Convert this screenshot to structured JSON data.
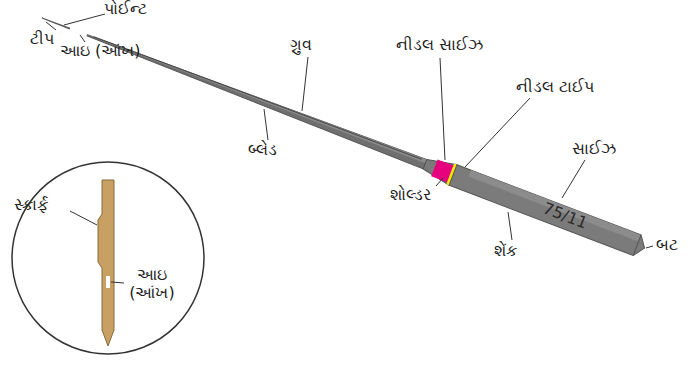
{
  "diagram": {
    "labels": [
      "પોઈન્ટ",
      "ટીપ",
      "આઇ (આંખ)",
      "ગ્રુવ",
      "બ્લેડ",
      "નીડલ સાઈઝ",
      "નીડલ ટાઈપ",
      "શોલ્ડર",
      "સાઈઝ",
      "75/11",
      "શેંક",
      "બટ",
      "સ્કાર્ફ",
      "આઇ (આંખ)"
    ]
  }
}
